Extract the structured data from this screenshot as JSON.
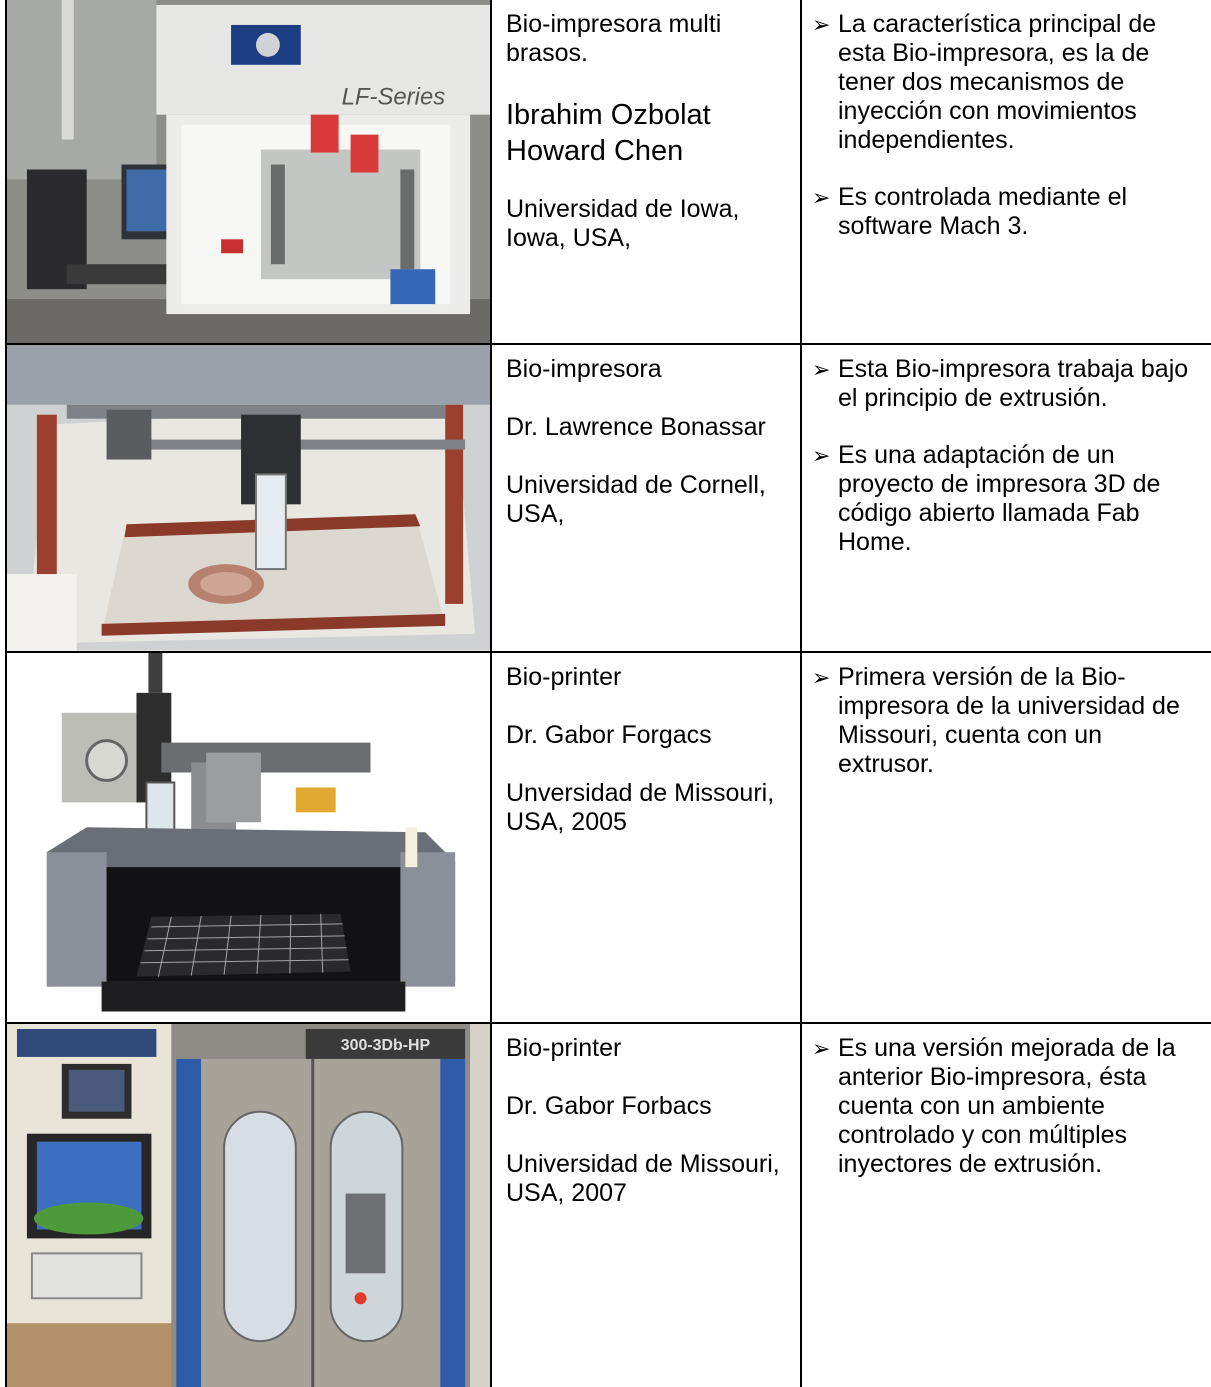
{
  "rows": [
    {
      "photo_icon": "bioprinter-cabinet-photo",
      "photo_label": "LF-Series",
      "title": "Bio-impresora multi brasos.",
      "authors": "Ibrahim Ozbolat\nHoward Chen",
      "institution": "Universidad de Iowa, Iowa, USA,",
      "bullets": [
        "La característica principal de esta Bio-impresora, es la de tener dos mecanismos de inyección con movimientos independientes.",
        "Es controlada mediante el software Mach 3."
      ]
    },
    {
      "photo_icon": "fab-home-printer-photo",
      "title": "Bio-impresora",
      "authors": "Dr. Lawrence Bonassar",
      "institution": "Universidad de Cornell, USA,",
      "bullets": [
        "Esta Bio-impresora trabaja bajo el principio de extrusión.",
        "Es una adaptación de un proyecto de impresora 3D de código abierto llamada Fab Home."
      ]
    },
    {
      "photo_icon": "extruder-bioprinter-photo",
      "title": "Bio-printer",
      "authors": "Dr. Gabor Forgacs",
      "institution": "Unversidad de Missouri, USA, 2005",
      "bullets": [
        "Primera versión de la Bio-impresora de la universidad de Missouri, cuenta con un extrusor."
      ]
    },
    {
      "photo_icon": "enclosed-bioprinter-photo",
      "photo_label": "300-3Db-HP",
      "title": "Bio-printer",
      "authors": "Dr. Gabor Forbacs",
      "institution": "Universidad de Missouri, USA, 2007",
      "bullets": [
        "Es una versión mejorada de la anterior Bio-impresora, ésta cuenta con un ambiente controlado y con múltiples inyectores de extrusión."
      ]
    }
  ],
  "bullet_glyph": "➢"
}
